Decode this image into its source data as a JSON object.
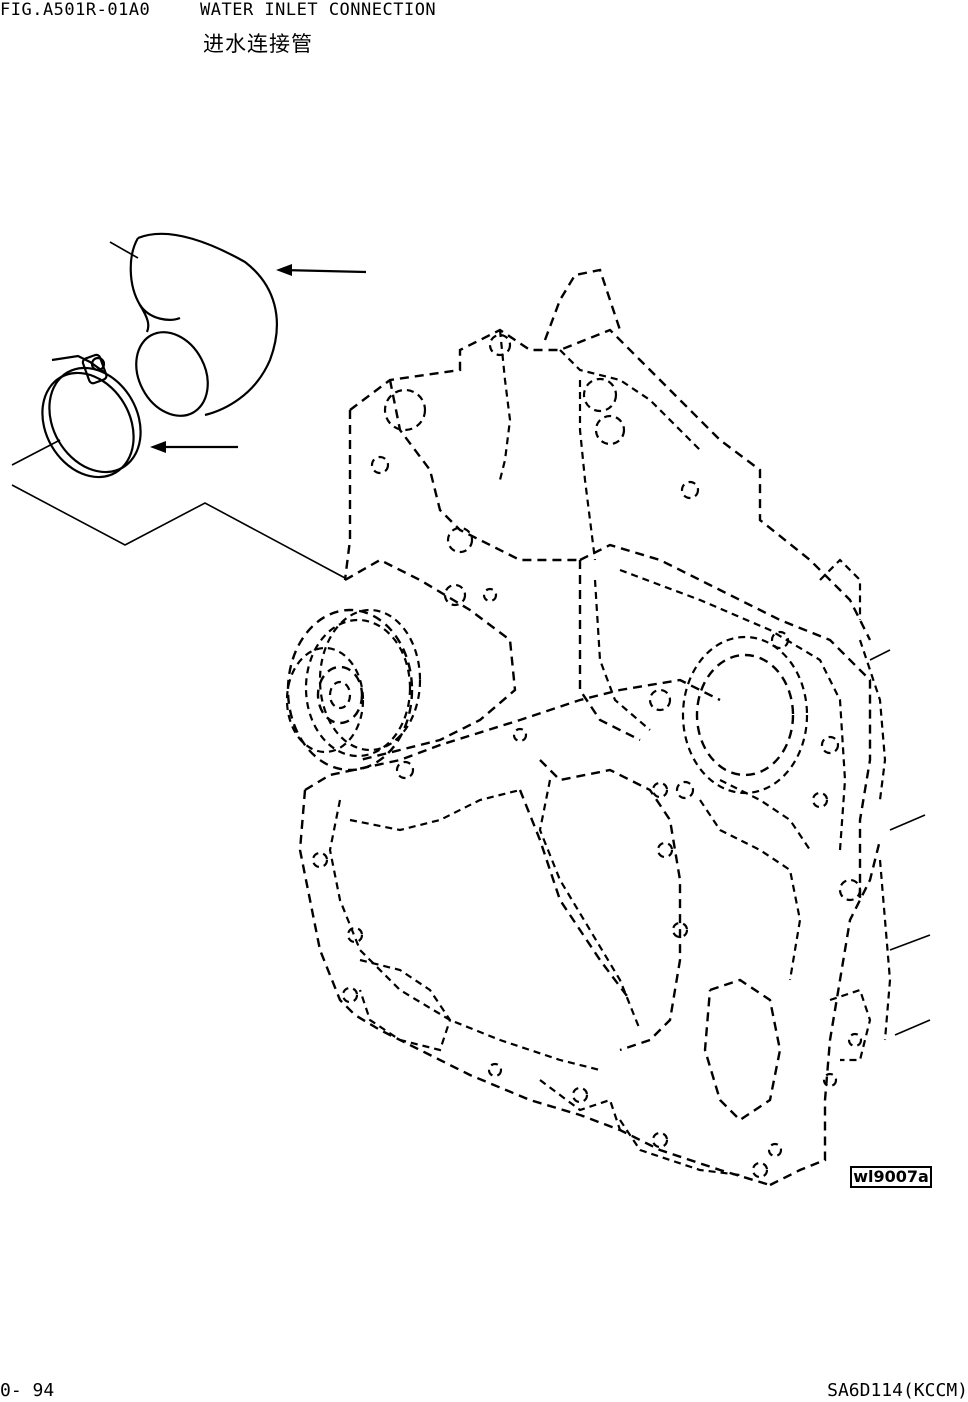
{
  "header": {
    "figure_code": "FIG.A501R-01A0",
    "title": "WATER INLET CONNECTION",
    "subtitle": "进水连接管"
  },
  "drawing": {
    "reference_id": "wl9007a",
    "icons": [
      "hose-elbow",
      "hose-clamp",
      "engine-block-dashed"
    ]
  },
  "footer": {
    "page_number": "0- 94",
    "model_code": "SA6D114(KCCM)"
  }
}
